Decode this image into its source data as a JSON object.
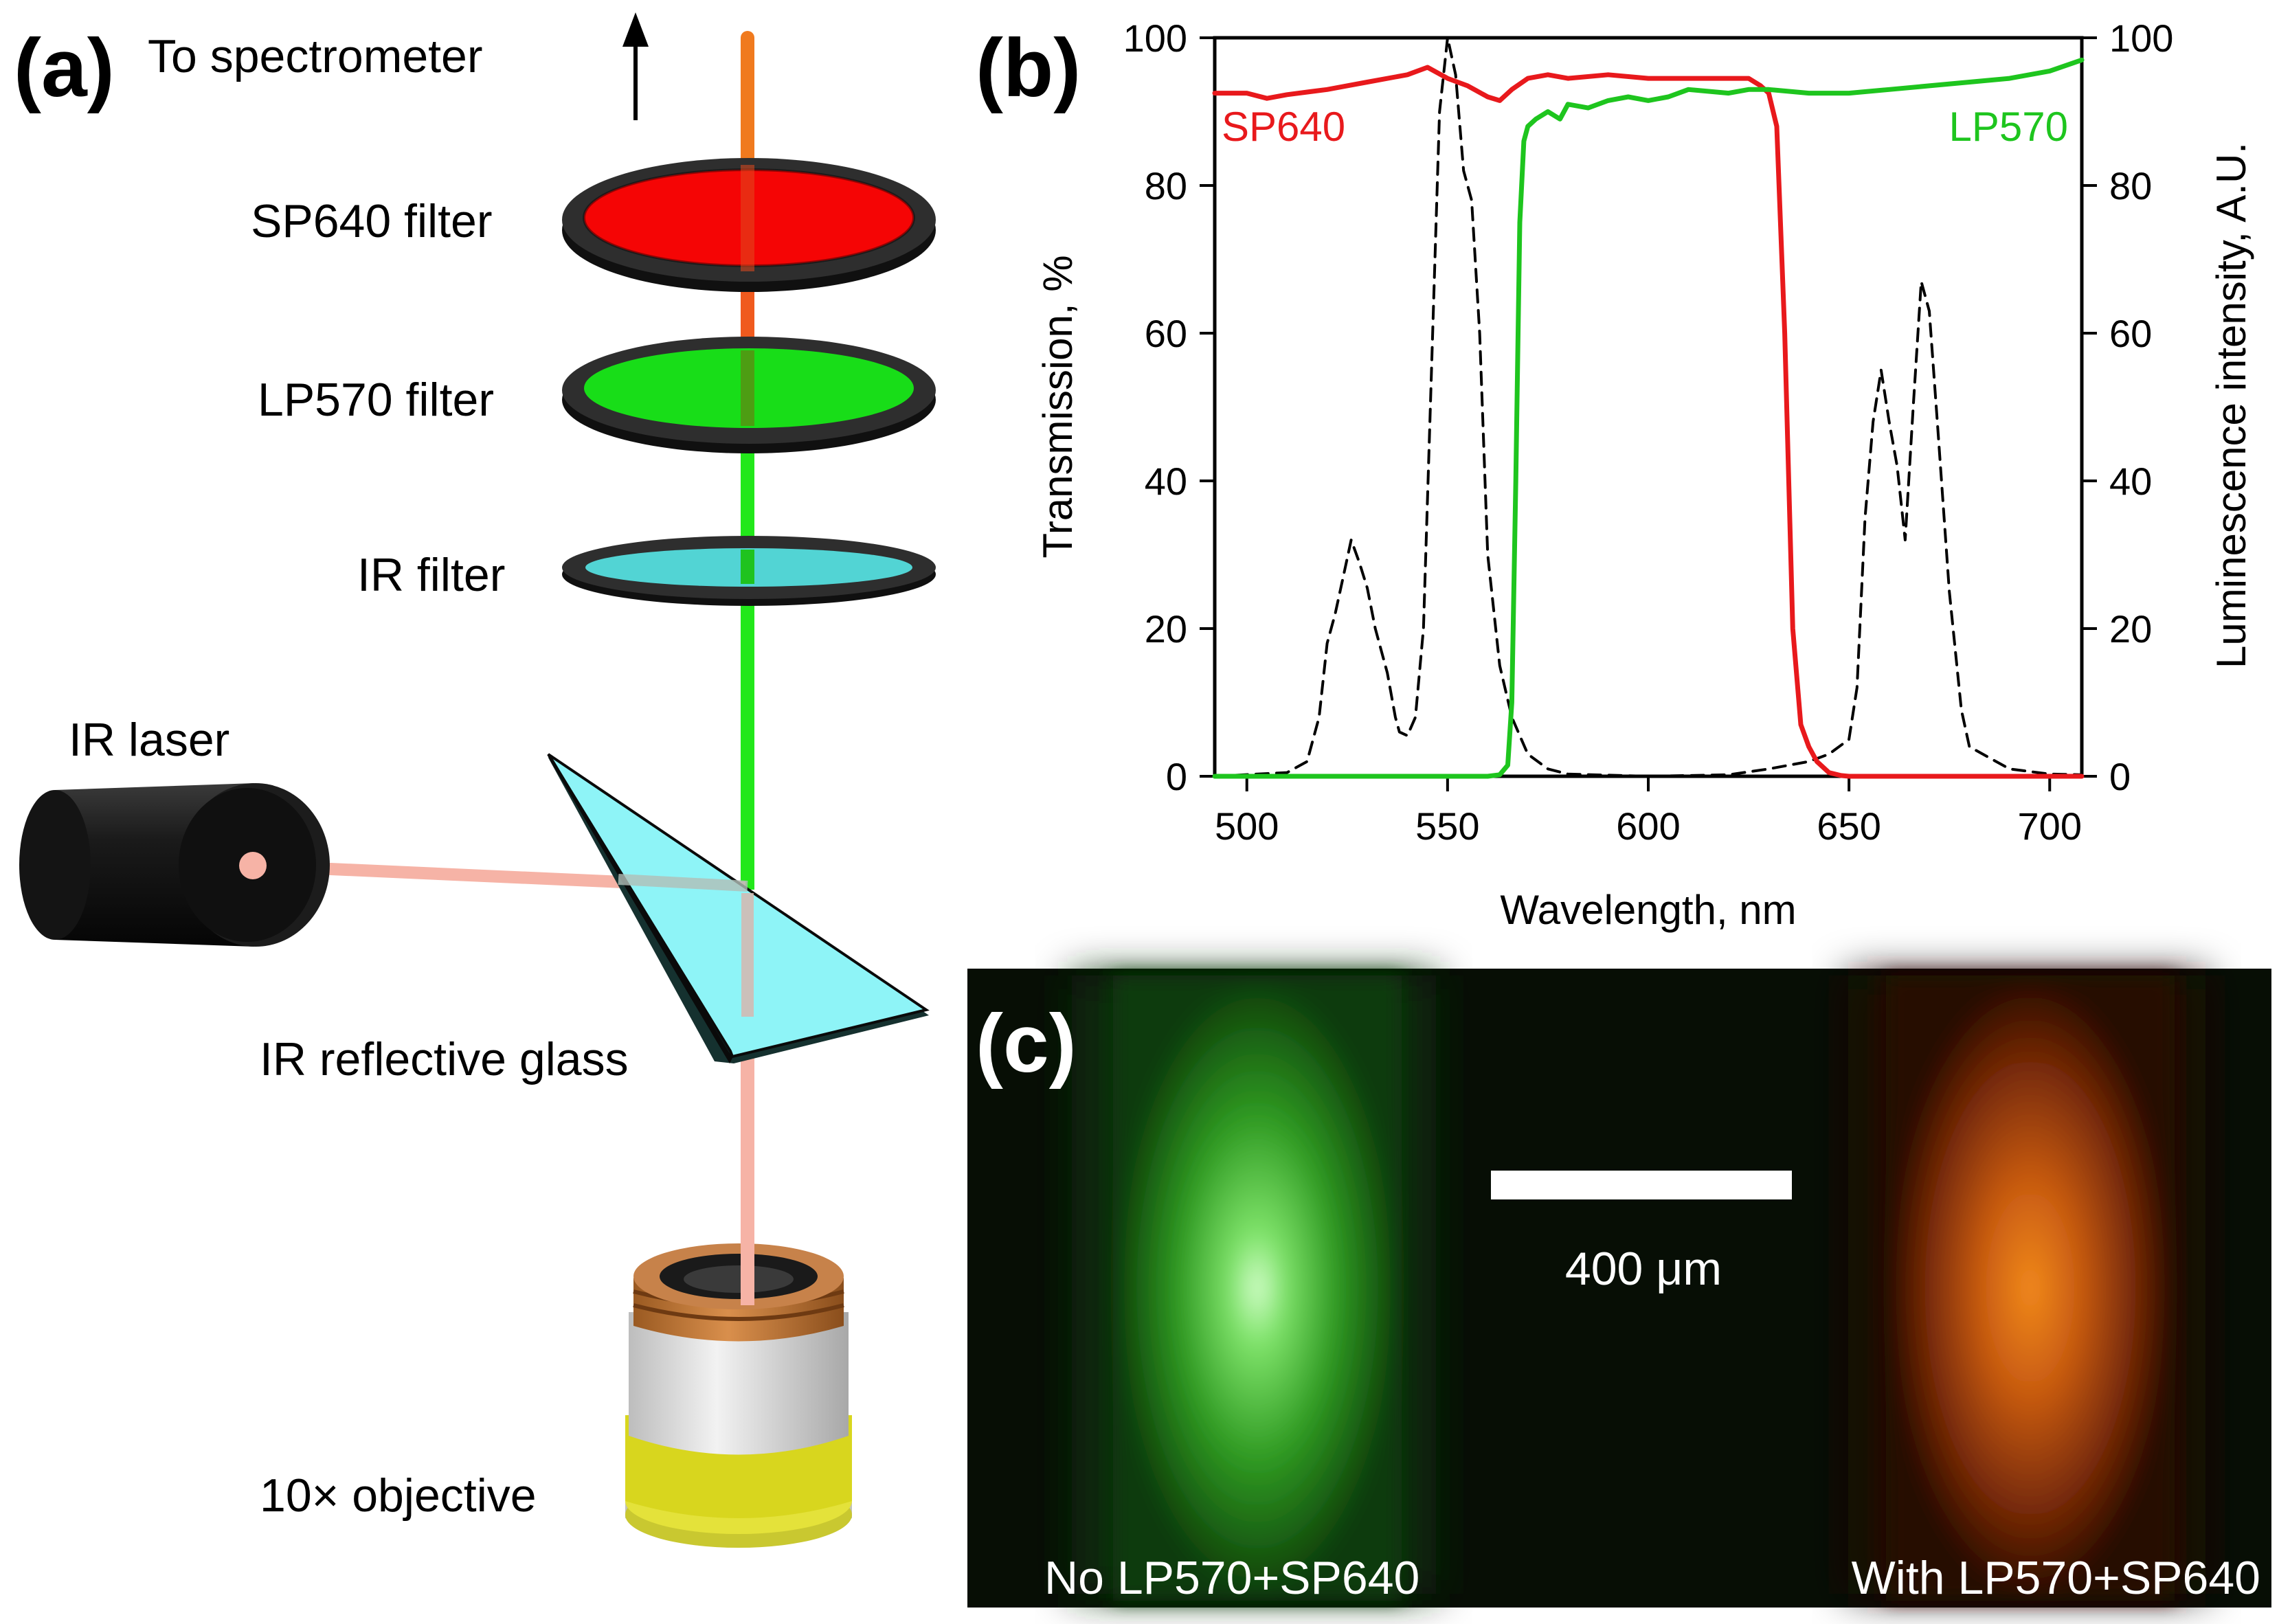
{
  "panel_a": {
    "label": "(a)",
    "to_spectrometer": "To spectrometer",
    "sp640_filter": "SP640 filter",
    "lp570_filter": "LP570 filter",
    "ir_filter": "IR filter",
    "ir_laser": "IR laser",
    "ir_reflective_glass": "IR reflective glass",
    "objective": "10× objective"
  },
  "panel_b": {
    "label": "(b)",
    "series_label_sp640": "SP640",
    "series_label_lp570": "LP570",
    "colors": {
      "sp640": "#e8191c",
      "lp570": "#1ec51e",
      "luminescence": "#000000"
    }
  },
  "panel_c": {
    "label": "(c)",
    "scale_bar": "400 μm",
    "left_caption": "No LP570+SP640",
    "right_caption": "With LP570+SP640"
  },
  "chart_data": {
    "type": "line",
    "title": "",
    "xlabel": "Wavelength, nm",
    "ylabel": "Transmission, %",
    "y2label": "Luminescence intensity, A.U.",
    "xlim": [
      492,
      708
    ],
    "ylim": [
      0,
      100
    ],
    "y2lim": [
      0,
      100
    ],
    "xticks": [
      500,
      550,
      600,
      650,
      700
    ],
    "yticks": [
      0,
      20,
      40,
      60,
      80,
      100
    ],
    "y2ticks": [
      0,
      20,
      40,
      60,
      80,
      100
    ],
    "grid": false,
    "series": [
      {
        "name": "SP640",
        "axis": "left",
        "style": "solid",
        "x": [
          492,
          500,
          505,
          510,
          520,
          530,
          540,
          545,
          550,
          555,
          560,
          563,
          566,
          570,
          575,
          580,
          590,
          600,
          610,
          620,
          625,
          628,
          630,
          632,
          634,
          636,
          638,
          640,
          642,
          645,
          648,
          650,
          660,
          680,
          700,
          708
        ],
        "y": [
          92.5,
          92.5,
          91.8,
          92.3,
          93,
          94,
          95,
          96,
          94.5,
          93.5,
          92,
          91.5,
          93,
          94.5,
          95,
          94.5,
          95,
          94.5,
          94.5,
          94.5,
          94.5,
          93.5,
          92.5,
          88,
          60,
          20,
          7,
          4,
          2,
          0.5,
          0.1,
          0,
          0,
          0,
          0,
          0
        ]
      },
      {
        "name": "LP570",
        "axis": "left",
        "style": "solid",
        "x": [
          492,
          550,
          560,
          563,
          565,
          566,
          567,
          568,
          569,
          570,
          572,
          575,
          578,
          580,
          585,
          590,
          595,
          600,
          605,
          610,
          620,
          625,
          630,
          640,
          650,
          660,
          670,
          680,
          690,
          700,
          708
        ],
        "y": [
          0,
          0,
          0,
          0.2,
          1.5,
          10,
          40,
          75,
          86,
          88,
          89,
          90,
          89,
          91,
          90.5,
          91.5,
          92,
          91.5,
          92,
          93,
          92.5,
          93,
          93,
          92.5,
          92.5,
          93,
          93.5,
          94,
          94.5,
          95.5,
          97
        ]
      },
      {
        "name": "",
        "axis": "right",
        "style": "dashed",
        "x": [
          492,
          510,
          515,
          518,
          520,
          522,
          524,
          526,
          528,
          530,
          532,
          535,
          537,
          538,
          540,
          542,
          544,
          546,
          548,
          550,
          552,
          554,
          556,
          558,
          560,
          563,
          566,
          570,
          575,
          580,
          600,
          620,
          630,
          640,
          645,
          650,
          652,
          654,
          656,
          658,
          660,
          662,
          664,
          666,
          668,
          670,
          672,
          675,
          678,
          680,
          690,
          700,
          708
        ],
        "y": [
          0,
          0.5,
          2,
          8,
          18,
          22,
          27,
          32,
          29,
          25.5,
          20,
          14,
          8,
          6,
          5.5,
          8,
          20,
          55,
          90,
          100,
          95,
          82,
          78,
          60,
          30,
          15,
          8,
          3,
          1,
          0.3,
          0,
          0.2,
          1,
          2,
          3,
          5,
          12,
          35,
          48,
          55,
          48,
          42,
          32,
          50,
          67,
          63,
          48,
          25,
          9,
          4,
          1,
          0.3,
          0.2
        ]
      }
    ]
  }
}
